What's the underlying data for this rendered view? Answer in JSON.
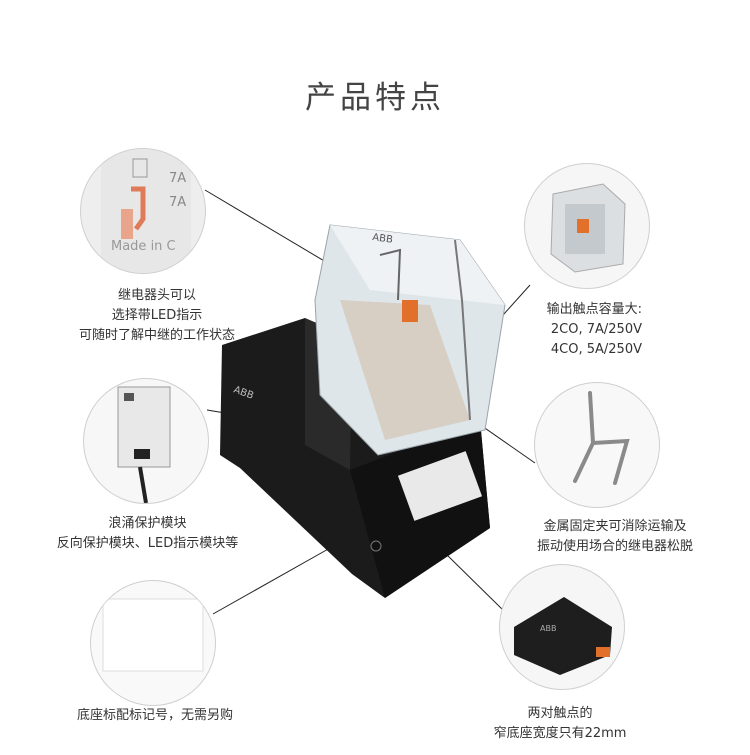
{
  "page": {
    "title": "产品特点"
  },
  "features": [
    {
      "lines": [
        "继电器头可以",
        "选择带LED指示",
        "可随时了解中继的工作状态"
      ],
      "image_text": [
        "7A",
        "7A",
        "Made in C"
      ]
    },
    {
      "lines": [
        "输出触点容量大:",
        "2CO, 7A/250V",
        "4CO, 5A/250V"
      ]
    },
    {
      "lines": [
        "浪涌保护模块",
        "反向保护模块、LED指示模块等"
      ]
    },
    {
      "lines": [
        "金属固定夹可消除运输及",
        "振动使用场合的继电器松脱"
      ]
    },
    {
      "lines": [
        "底座标配标记号，无需另购"
      ]
    },
    {
      "lines": [
        "两对触点的",
        "窄底座宽度只有22mm"
      ]
    }
  ],
  "logo_text": "ABB",
  "colors": {
    "relay_black": "#1b1b1b",
    "relay_clear": "#dfe6ea",
    "accent_orange": "#e2702a"
  }
}
